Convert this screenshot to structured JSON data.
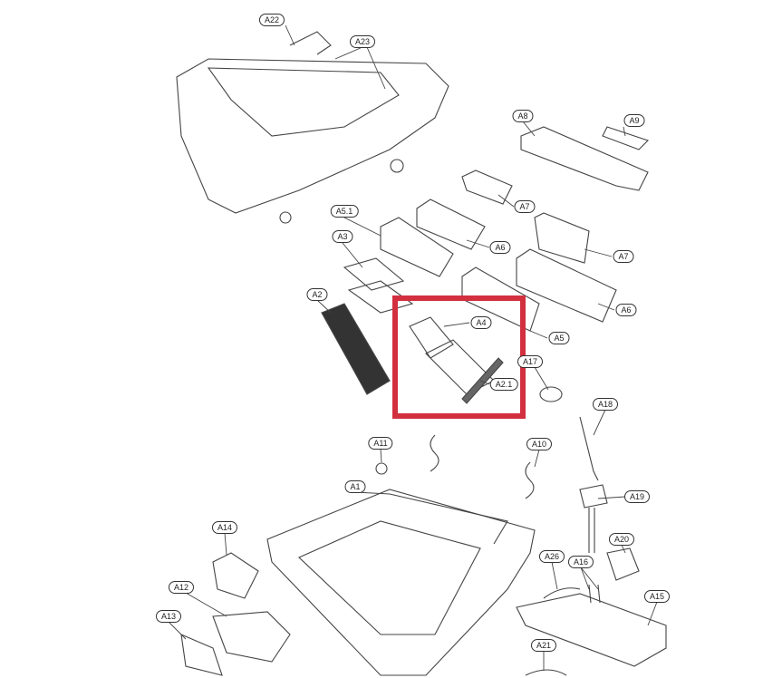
{
  "diagram": {
    "highlight_color": "#d2303f",
    "highlighted_parts": [
      "A4",
      "A2.1"
    ],
    "labels": {
      "a22": "A22",
      "a23": "A23",
      "a8": "A8",
      "a9": "A9",
      "a7_top": "A7",
      "a7_bottom": "A7",
      "a6_top": "A6",
      "a6_bottom": "A6",
      "a5_1": "A5.1",
      "a3": "A3",
      "a2": "A2",
      "a4": "A4",
      "a5": "A5",
      "a2_1": "A2.1",
      "a17": "A17",
      "a18": "A18",
      "a11": "A11",
      "a10": "A10",
      "a1": "A1",
      "a19": "A19",
      "a14": "A14",
      "a20": "A20",
      "a12": "A12",
      "a16": "A16",
      "a26": "A26",
      "a15": "A15",
      "a13": "A13",
      "a21": "A21"
    }
  }
}
